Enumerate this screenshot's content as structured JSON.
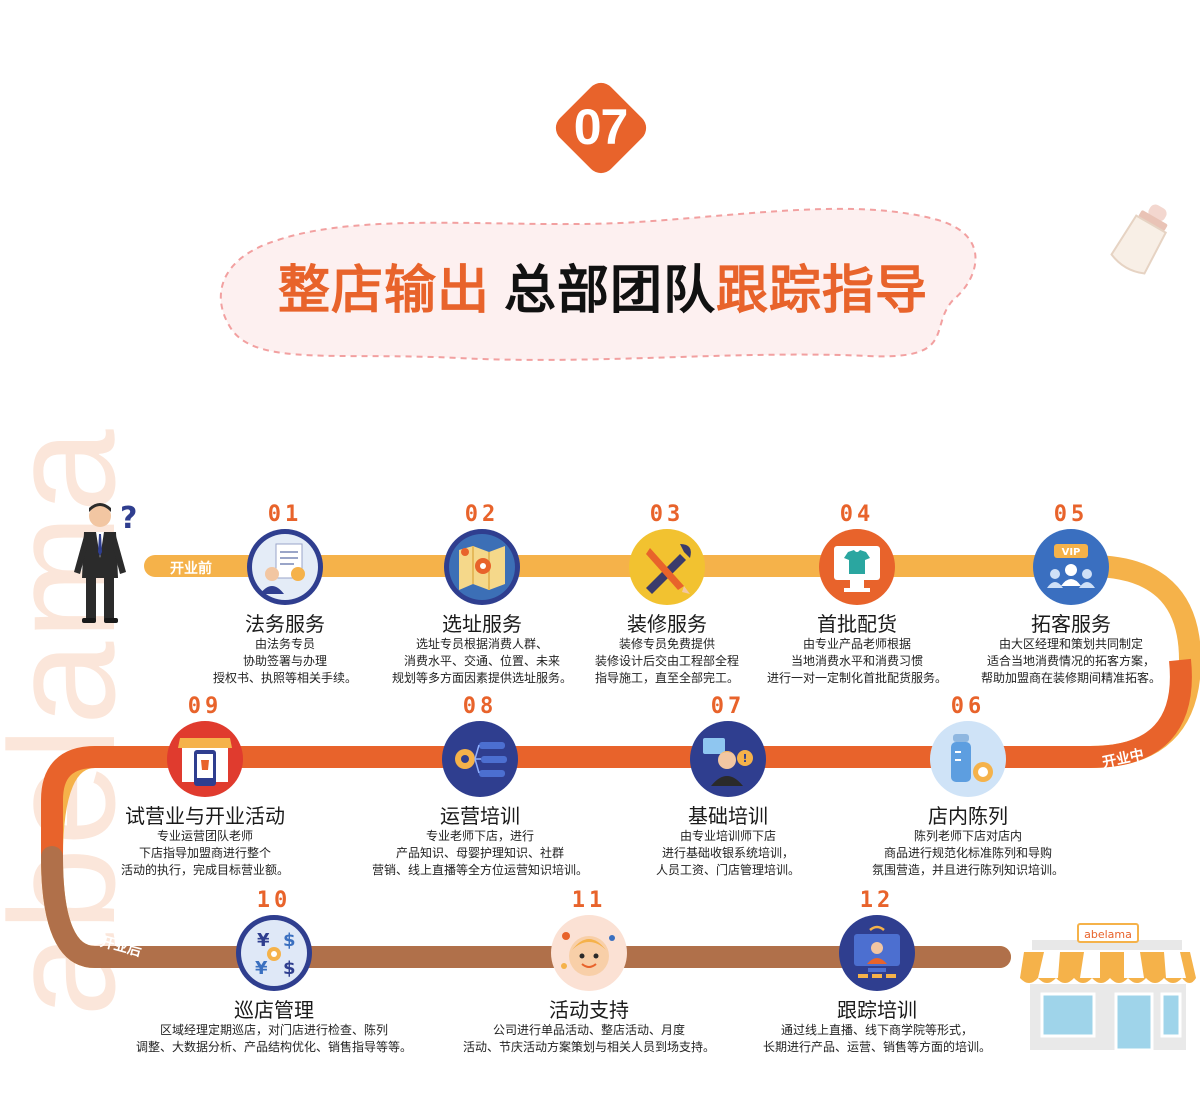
{
  "badge": {
    "number": "07"
  },
  "title": {
    "part1": "整店输出",
    "part2": "总部团队",
    "part3": "跟踪指导"
  },
  "watermark": "abelama",
  "stages": {
    "before": "开业前",
    "during": "开业中",
    "after": "开业后"
  },
  "shop_sign": "abelama",
  "colors": {
    "orange": "#e8632b",
    "yellow": "#f5b24a",
    "brown": "#b0704a",
    "navy": "#2f3e8f"
  },
  "steps": [
    {
      "num": "01",
      "title": "法务服务",
      "icon": "contract-icon",
      "desc": [
        "由法务专员",
        "协助签署与办理",
        "授权书、执照等相关手续。"
      ]
    },
    {
      "num": "02",
      "title": "选址服务",
      "icon": "map-pin-icon",
      "desc": [
        "选址专员根据消费人群、",
        "消费水平、交通、位置、未来",
        "规划等多方面因素提供选址服务。"
      ]
    },
    {
      "num": "03",
      "title": "装修服务",
      "icon": "tools-icon",
      "desc": [
        "装修专员免费提供",
        "装修设计后交由工程部全程",
        "指导施工，直至全部完工。"
      ]
    },
    {
      "num": "04",
      "title": "首批配货",
      "icon": "shirt-monitor-icon",
      "desc": [
        "由专业产品老师根据",
        "当地消费水平和消费习惯",
        "进行一对一定制化首批配货服务。"
      ]
    },
    {
      "num": "05",
      "title": "拓客服务",
      "icon": "vip-crowd-icon",
      "desc": [
        "由大区经理和策划共同制定",
        "适合当地消费情况的拓客方案，",
        "帮助加盟商在装修期间精准拓客。"
      ]
    },
    {
      "num": "06",
      "title": "店内陈列",
      "icon": "baby-bottle-icon",
      "desc": [
        "陈列老师下店对店内",
        "商品进行规范化标准陈列和导购",
        "氛围营造，并且进行陈列知识培训。"
      ]
    },
    {
      "num": "07",
      "title": "基础培训",
      "icon": "trainer-icon",
      "desc": [
        "由专业培训师下店",
        "进行基础收银系统培训，",
        "人员工资、门店管理培训。"
      ]
    },
    {
      "num": "08",
      "title": "运营培训",
      "icon": "system-gear-icon",
      "desc": [
        "专业老师下店，进行",
        "产品知识、母婴护理知识、社群",
        "营销、线上直播等全方位运营知识培训。"
      ]
    },
    {
      "num": "09",
      "title": "试营业与开业活动",
      "icon": "shop-phone-icon",
      "desc": [
        "专业运营团队老师",
        "下店指导加盟商进行整个",
        "活动的执行，完成目标营业额。"
      ]
    },
    {
      "num": "10",
      "title": "巡店管理",
      "icon": "currency-gear-icon",
      "desc": [
        "区域经理定期巡店，对门店进行检查、陈列",
        "调整、大数据分析、产品结构优化、销售指导等等。"
      ]
    },
    {
      "num": "11",
      "title": "活动支持",
      "icon": "baby-face-icon",
      "desc": [
        "公司进行单品活动、整店活动、月度",
        "活动、节庆活动方案策划与相关人员到场支持。"
      ]
    },
    {
      "num": "12",
      "title": "跟踪培训",
      "icon": "live-stream-icon",
      "desc": [
        "通过线上直播、线下商学院等形式，",
        "长期进行产品、运营、销售等方面的培训。"
      ]
    }
  ]
}
